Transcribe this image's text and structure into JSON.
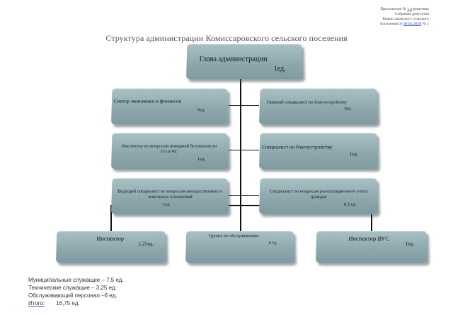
{
  "appendix": {
    "line1_prefix": "Приложение №",
    "line1_num": "1 к",
    "line1_suffix": "решению",
    "line2": "Собрания депутатов",
    "line3": "Комиссаровского сельского",
    "line4_prefix": "поселения от",
    "line4_date": "09.01.2018",
    "line4_suffix": "№ 1"
  },
  "title": "Структура администрации Комиссаровского сельского поселения",
  "head": {
    "title": "Глава администрации",
    "value": "1ед."
  },
  "left": [
    {
      "title": "Сектор экономики и финансов",
      "value": "3ед."
    },
    {
      "title": "Инспектор по вопросам пожарной безопасности ГО и ЧС",
      "value": "1ед."
    },
    {
      "title": "Ведущий специалист по вопросам имущественных и земельных отношений",
      "value": "1ед."
    }
  ],
  "right": [
    {
      "title": "Главный специалист по благоустройству",
      "value": "1ед."
    },
    {
      "title": "Специалист по благоустройству",
      "value": "1ед."
    },
    {
      "title": "Специалист по вопросам регистрационного учета граждан",
      "value": "0,5 ед."
    }
  ],
  "bottom": [
    {
      "title": "Инспектор",
      "value": "1,25ед."
    },
    {
      "title": "Группа по обслуживанию",
      "value": "6 ед."
    },
    {
      "title": "Инспектор ВУС",
      "value": "1ед."
    }
  ],
  "totals": {
    "municipal": "Муниципальные служащие – 7,5 ед.",
    "technical": "Технические служащие – 3,25 ед.",
    "service": "Обслуживающий персонал –6 ед.",
    "total_label": "Итого:",
    "total_value": "16,75 ед."
  }
}
